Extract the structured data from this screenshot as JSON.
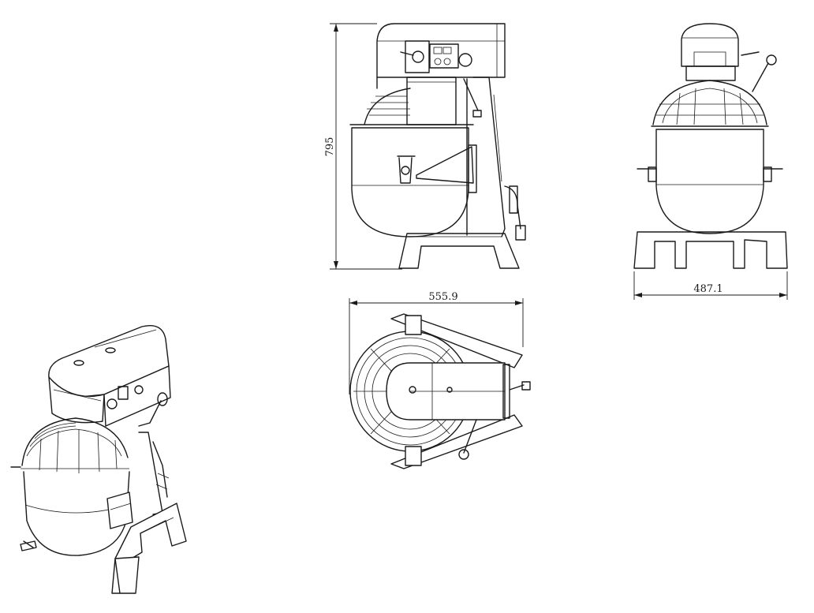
{
  "dimensions": {
    "height_label": "795",
    "width_top_label": "555.9",
    "width_side_label": "487.1"
  }
}
